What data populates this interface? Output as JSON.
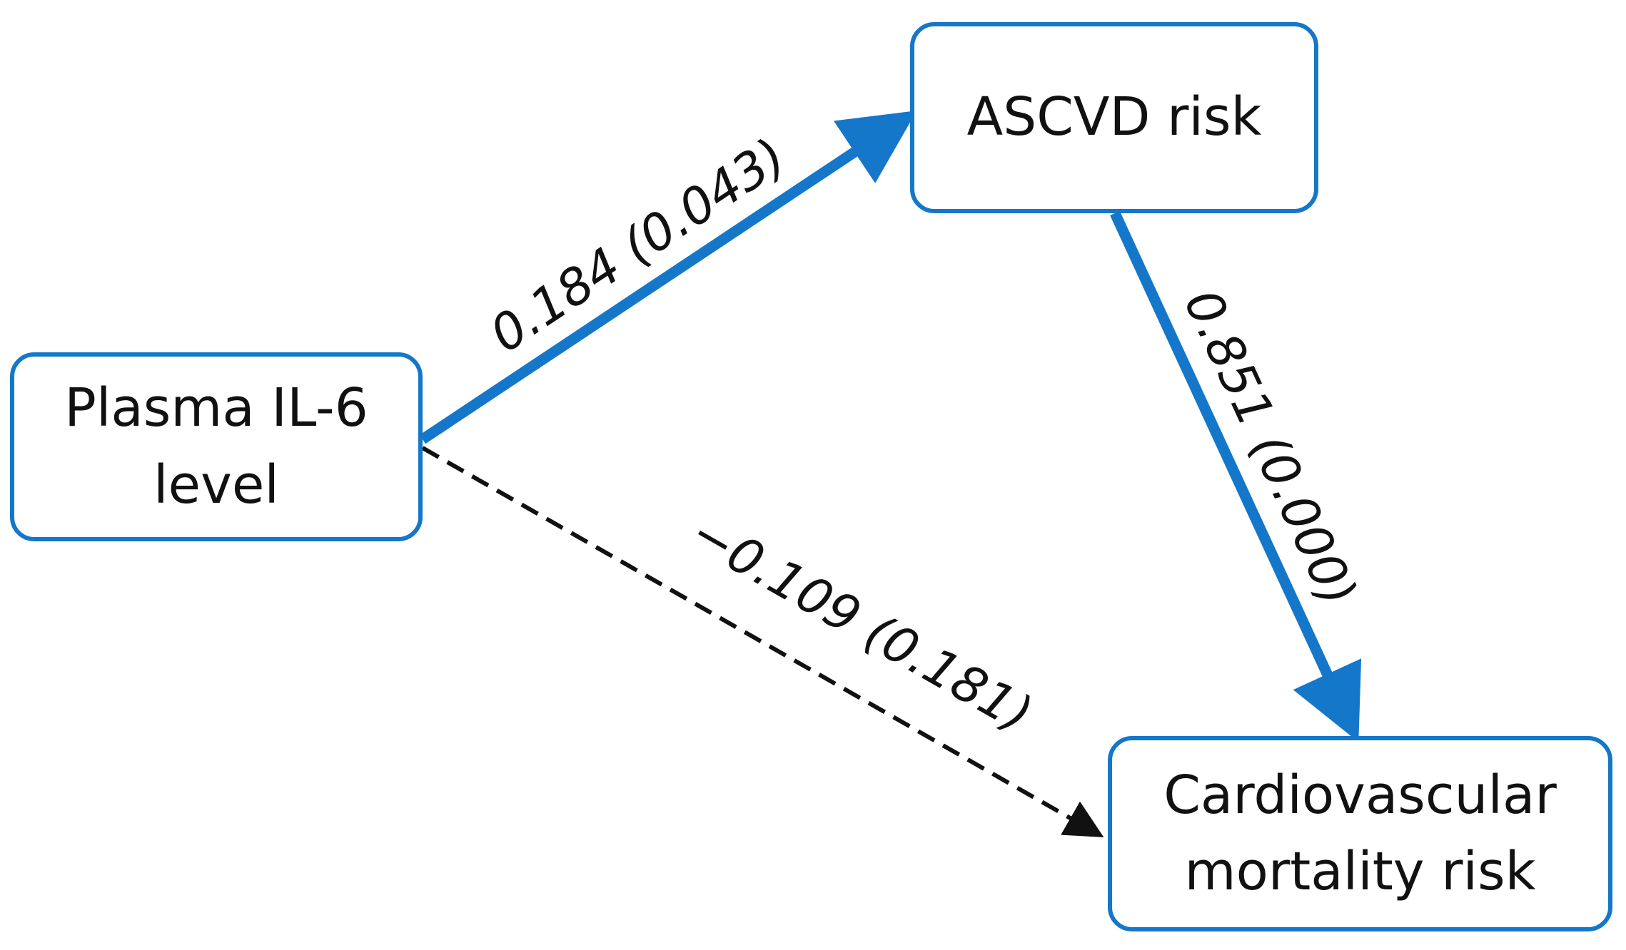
{
  "nodes": {
    "plasma_il6": {
      "label": "Plasma IL-6\nlevel"
    },
    "ascvd_risk": {
      "label": "ASCVD risk"
    },
    "cv_mortality": {
      "label": "Cardiovascular\nmortality risk"
    }
  },
  "edges": {
    "il6_to_ascvd": {
      "label": "0.184 (0.043)",
      "style": "solid",
      "color": "#1477c9"
    },
    "ascvd_to_cv": {
      "label": "0.851 (0.000)",
      "style": "solid",
      "color": "#1477c9"
    },
    "il6_to_cv": {
      "label": "−0.109 (0.181)",
      "style": "dashed",
      "color": "#111111"
    }
  }
}
